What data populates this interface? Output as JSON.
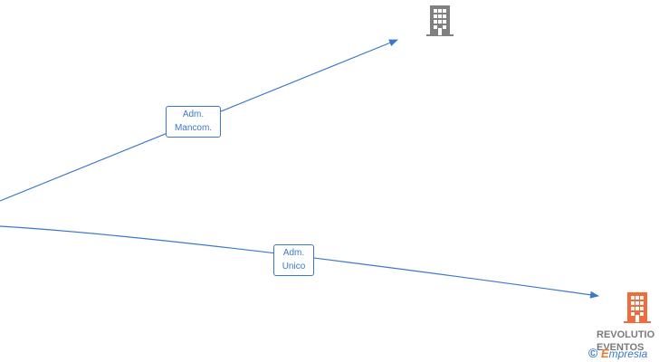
{
  "edges": [
    {
      "label_line1": "Adm.",
      "label_line2": "Mancom."
    },
    {
      "label_line1": "Adm.",
      "label_line2": "Unico"
    }
  ],
  "nodes": {
    "top": {
      "icon": "building-icon",
      "color": "#808080"
    },
    "bottom_right": {
      "icon": "building-icon",
      "color": "#f26b3a",
      "name_line1": "REVOLUTIO",
      "name_line2": "EVENTOS"
    }
  },
  "edge_color": "#3b78c9",
  "watermark": {
    "symbol": "©",
    "brand_initial": "E",
    "brand_rest": "mpresia"
  }
}
